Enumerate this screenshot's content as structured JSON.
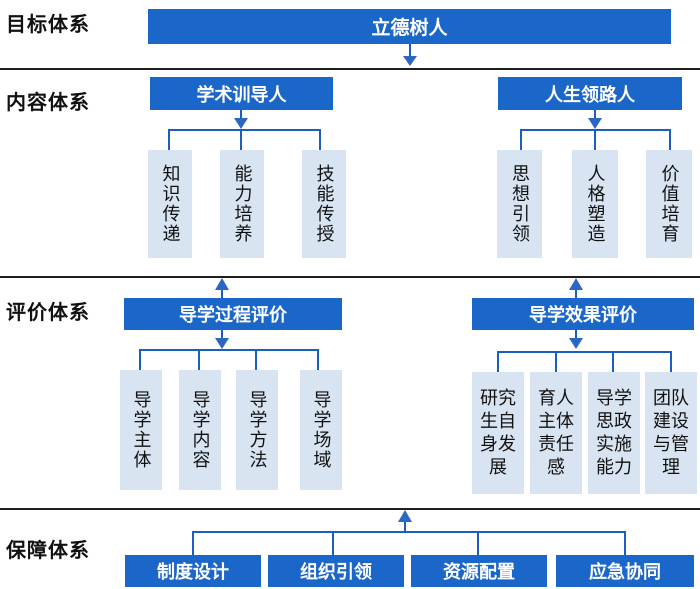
{
  "sections": {
    "goal": "目标体系",
    "content": "内容体系",
    "evaluation": "评价体系",
    "support": "保障体系"
  },
  "goal_box": "立德树人",
  "content": {
    "left_title": "学术训导人",
    "left_items": [
      "知识传递",
      "能力培养",
      "技能传授"
    ],
    "right_title": "人生领路人",
    "right_items": [
      "思想引领",
      "人格塑造",
      "价值培育"
    ]
  },
  "evaluation": {
    "left_title": "导学过程评价",
    "left_items": [
      "导学主体",
      "导学内容",
      "导学方法",
      "导学场域"
    ],
    "right_title": "导学效果评价",
    "right_items": [
      "研究\n生自\n身发\n展",
      "育人\n主体\n责任\n感",
      "导学\n思政\n实施\n能力",
      "团队\n建设\n与管\n理"
    ]
  },
  "support": {
    "items": [
      "制度设计",
      "组织引领",
      "资源配置",
      "应急协同"
    ]
  },
  "colors": {
    "blue": "#1a66c9",
    "light": "#d9e4f2",
    "line": "#1a5fbf"
  }
}
